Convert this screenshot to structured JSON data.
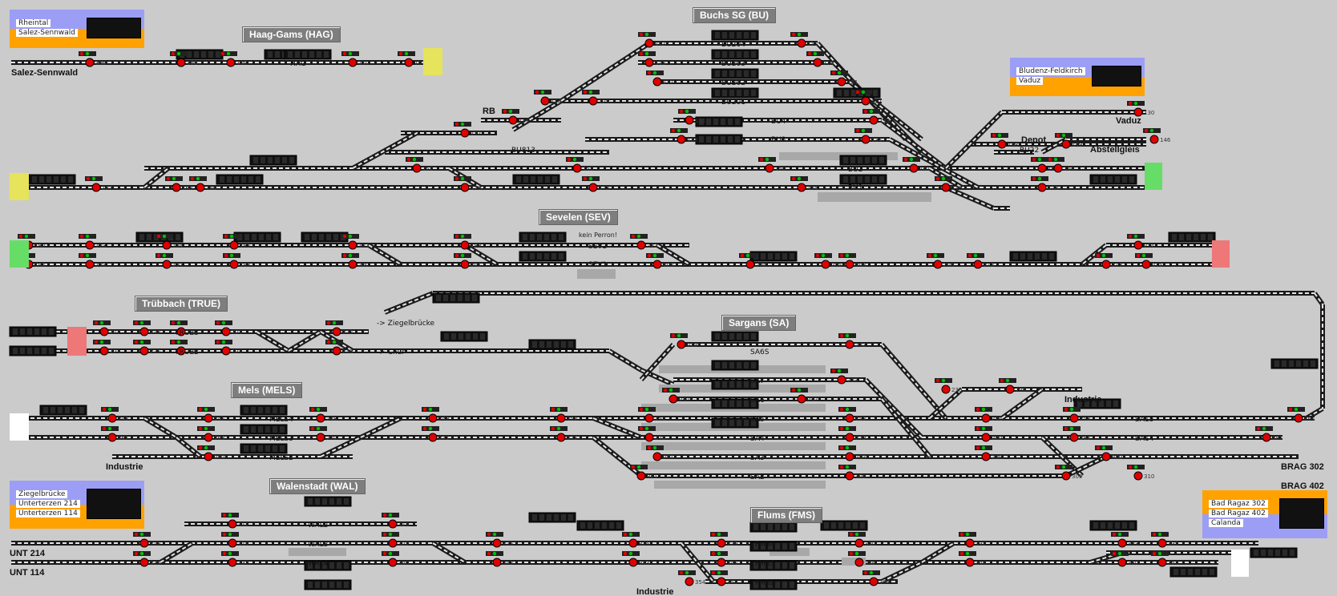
{
  "stations": {
    "haag": "Haag-Gams (HAG)",
    "buchs": "Buchs SG (BU)",
    "sevelen": "Sevelen (SEV)",
    "truebbach": "Trübbach (TRUE)",
    "sargans": "Sargans (SA)",
    "mels": "Mels (MELS)",
    "walenstadt": "Walenstadt (WAL)",
    "flums": "Flums (FMS)"
  },
  "legends": {
    "rheintal": {
      "lines": [
        "Rheintal",
        "Salez-Sennwald"
      ]
    },
    "bludenz": {
      "lines": [
        "Bludenz-Feldkirch",
        "Vaduz"
      ]
    },
    "ziegelbruecke": {
      "lines": [
        "Ziegelbrücke",
        "Unterterzen 214",
        "Unterterzen 114"
      ]
    },
    "badragaz": {
      "lines": [
        "Bad Ragaz 302",
        "Bad Ragaz 402",
        "Calanda"
      ]
    }
  },
  "places": {
    "salez": "Salez-Sennwald",
    "rb": "RB",
    "vaduz": "Vaduz",
    "depot": "Depot",
    "abstellgleis": "Abstellgleis",
    "ziegel": "-> Ziegelbrücke",
    "chur": "-> Chur",
    "industrie_sa": "Industrie",
    "industrie_mels": "Industrie",
    "industrie_fms": "Industrie",
    "brag302": "BRAG 302",
    "brag402": "BRAG 402",
    "unt214": "UNT 214",
    "unt114": "UNT 114"
  },
  "tracks": {
    "hag": "HAG",
    "bu204": "BU204",
    "bu203": "BU203",
    "bu202": "BU202",
    "bu201": "BU201",
    "bu4": "BU4",
    "bu3": "BU3",
    "bu2": "BU2",
    "bu1": "BU1",
    "bu813": "BU813",
    "bu22": "BU22",
    "sev2": "SEV2",
    "sev1": "SEV1",
    "true3": "TRUE3",
    "true2": "TRUE2",
    "sa6s": "SA6S",
    "sa7": "SA7",
    "sa6": "SA6",
    "sa5": "SA5",
    "sa4": "SA4",
    "sa3": "SA3",
    "sa2": "SA2",
    "sa15": "SA15",
    "sa14": "SA14",
    "mels4": "MELS4",
    "mels3": "MELS3",
    "mels2": "MELS2",
    "wal2": "WAL2",
    "wal3": "WAL3",
    "wal4": "WAL4",
    "fms4": "FMS4",
    "fms3": "FMS3",
    "fms2": "FMS2"
  },
  "notes": {
    "kein_perron": "kein Perron!"
  },
  "signals": {
    "haag": [
      "105",
      "108",
      "109",
      "110"
    ],
    "buchs": [
      "101",
      "102",
      "112",
      "113",
      "116",
      "117",
      "121",
      "124",
      "125",
      "127",
      "130",
      "131",
      "132",
      "133",
      "134",
      "136",
      "137",
      "146",
      "148",
      "149",
      "152",
      "153",
      "156",
      "161",
      "163",
      "164",
      "167",
      "168",
      "169",
      "172",
      "173",
      "174",
      "176",
      "178",
      "180",
      "183",
      "184"
    ],
    "sevelen": [
      "185",
      "187",
      "189",
      "192",
      "193",
      "197",
      "198",
      "200",
      "201",
      "202",
      "203",
      "204",
      "205",
      "208",
      "209",
      "212",
      "213",
      "214",
      "215",
      "217",
      "218",
      "220"
    ],
    "truebbach": [
      "221",
      "222",
      "223",
      "225",
      "226",
      "227",
      "228",
      "229",
      "232",
      "233"
    ],
    "sargans": [
      "235",
      "236",
      "240",
      "242",
      "243",
      "245",
      "248",
      "249",
      "250",
      "252",
      "253",
      "256",
      "258",
      "264",
      "267",
      "268",
      "270",
      "271",
      "275",
      "278",
      "279",
      "280",
      "284",
      "287",
      "290",
      "291",
      "293",
      "299",
      "300",
      "301",
      "306",
      "309",
      "310",
      "312",
      "314"
    ],
    "walenstadt": [
      "318",
      "319",
      "322",
      "325",
      "326",
      "329",
      "330",
      "332",
      "333",
      "335",
      "336",
      "337",
      "340",
      "342",
      "343",
      "345",
      "346",
      "349",
      "350",
      "353",
      "354",
      "355",
      "357",
      "360",
      "361"
    ]
  },
  "colors": {
    "background": "#cbcbcb",
    "signal_red": "#e00000",
    "signal_green": "#00c000",
    "display": "#111111",
    "title_bg": "#7e7e7e",
    "legend_blue": "#9c9ef6",
    "legend_orange": "#ffa200",
    "endpoint_yellow": "#e6e35c",
    "endpoint_green": "#66dd66",
    "endpoint_red": "#ee7777"
  }
}
